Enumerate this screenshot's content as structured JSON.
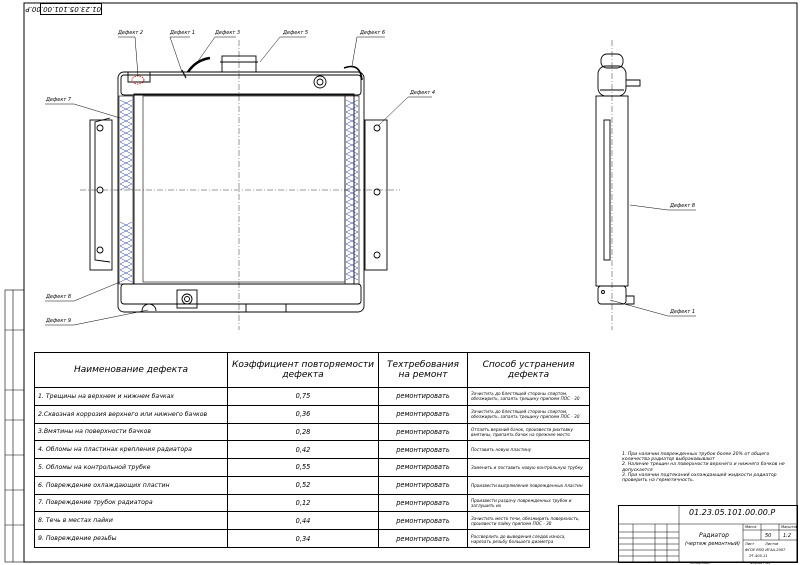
{
  "drawing_number": "01.23.05.101.00.00.P",
  "title_block": {
    "number": "01.23.05.101.00.00.P",
    "name": "Радиатор",
    "subtitle": "(чертеж ремонтный)",
    "org": "ФГОУ ВПО ИГАА-2007",
    "group": "ЭТ-405.11",
    "sheet_label": "Лист",
    "sheets_label": "Листов",
    "mass_label": "Масса",
    "scale_label": "Масштаб",
    "mass": "50",
    "scale": "1:2",
    "format_label": "Формат А1",
    "copy_label": "Копировал"
  },
  "callouts": {
    "d1": "Дефект 1",
    "d2": "Дефект 2",
    "d3": "Дефект 3",
    "d4": "Дефект 4",
    "d5": "Дефект 5",
    "d6": "Дефект 6",
    "d7": "Дефект 7",
    "d8": "Дефект 8",
    "d9": "Дефект 9",
    "side_d8": "Дефект 8",
    "side_d1": "Дефект 1"
  },
  "table": {
    "headers": {
      "name": "Наименование дефекта",
      "coef": "Коэффициент повторяемости дефекта",
      "req": "Техтребования на ремонт",
      "method": "Способ устранения дефекта"
    },
    "rows": [
      {
        "name": "1. Трещины на верхнем и нижнем бачках",
        "coef": "0,75",
        "req": "ремонтировать",
        "method": "Зачистить до блестящей стороны спиртом, обезжирить, запаять трещину припоем ПОС - 30"
      },
      {
        "name": "2.Сквозная коррозия верхнего или нижнего бачков",
        "coef": "0,36",
        "req": "ремонтировать",
        "method": "Зачистить до блестящей стороны спиртом, обезжирить, запаять трещину припоем ПОС - 30"
      },
      {
        "name": "3.Вмятины на поверхности бачков",
        "coef": "0,28",
        "req": "ремонтировать",
        "method": "Отпаять верхний бачок, произвести рихтовку вмятины, припаять бачок на прежнее место"
      },
      {
        "name": "4. Обломы на пластинах крепления радиатора",
        "coef": "0,42",
        "req": "ремонтировать",
        "method": "Поставить новую пластину"
      },
      {
        "name": "5. Обломы на контрольной трубке",
        "coef": "0,55",
        "req": "ремонтировать",
        "method": "Заменить и поставить новую контрольную трубку"
      },
      {
        "name": "6. Повреждение охлаждающих пластин",
        "coef": "0,52",
        "req": "ремонтировать",
        "method": "Произвести выпрямление поврежденных пластин"
      },
      {
        "name": "7. Повреждение трубок радиатора",
        "coef": "0,12",
        "req": "ремонтировать",
        "method": "Произвести раздачу поврежденных трубок и заглушить их"
      },
      {
        "name": "8. Течь в местах пайки",
        "coef": "0,44",
        "req": "ремонтировать",
        "method": "Зачистить место течи, обезжирить поверхность, произвести пайку припоем ПОС - 30"
      },
      {
        "name": "9. Повреждение резьбы",
        "coef": "0,34",
        "req": "ремонтировать",
        "method": "Рассверлить до выведения следов износа, нарезать резьбу большего диаметра"
      }
    ]
  },
  "notes": [
    "1. При наличии поврежденных трубок более 20% от общего количества радиатор выбраковывают",
    "2. Наличие трещин на поверхности верхнего и нижнего бачков не допускается",
    "3. При наличии подтеканий охлаждающей жидкости радиатор проверить на герметичность."
  ]
}
